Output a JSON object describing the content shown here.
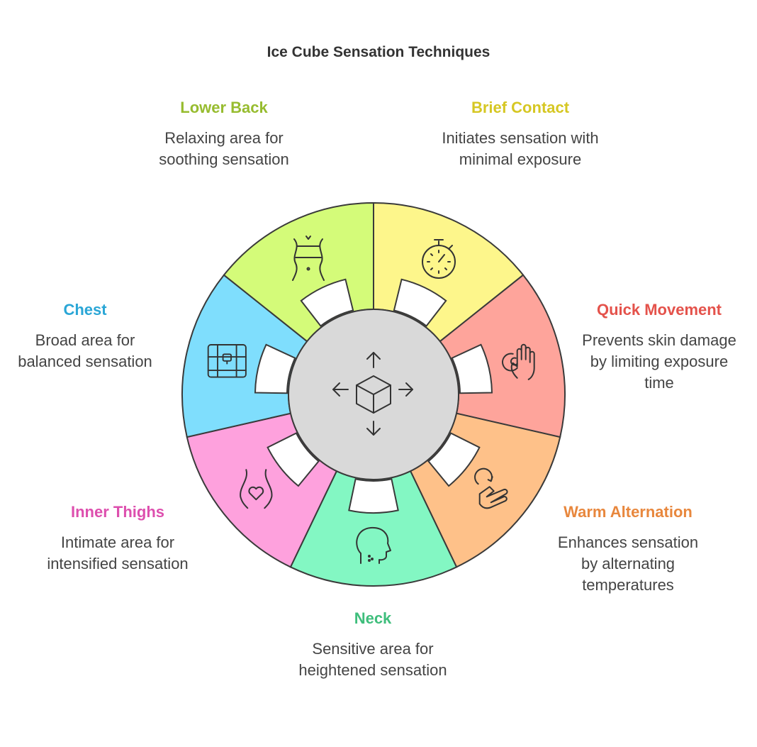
{
  "title": "Ice Cube Sensation Techniques",
  "center_icon": "ice-cube-move-icon",
  "segments": [
    {
      "heading": "Brief Contact",
      "description": "Initiates sensation with minimal exposure",
      "fill": "#fdf68b",
      "heading_color": "#d6c723",
      "icon": "stopwatch-icon"
    },
    {
      "heading": "Quick Movement",
      "description": "Prevents skin damage by limiting exposure time",
      "fill": "#fea49b",
      "heading_color": "#e4524b",
      "icon": "hand-gesture-icon"
    },
    {
      "heading": "Warm Alternation",
      "description": "Enhances sensation by alternating temperatures",
      "fill": "#fec189",
      "heading_color": "#e8873d",
      "icon": "hand-rotate-icon"
    },
    {
      "heading": "Neck",
      "description": "Sensitive area for heightened sensation",
      "fill": "#83f7c3",
      "heading_color": "#3fbe7c",
      "icon": "head-profile-icon"
    },
    {
      "heading": "Inner Thighs",
      "description": "Intimate area for intensified sensation",
      "fill": "#fea1dd",
      "heading_color": "#dd4fae",
      "icon": "thighs-heart-icon"
    },
    {
      "heading": "Chest",
      "description": "Broad area for balanced sensation",
      "fill": "#7fdefd",
      "heading_color": "#2aa6d6",
      "icon": "chest-icon"
    },
    {
      "heading": "Lower Back",
      "description": "Relaxing area for soothing sensation",
      "fill": "#d4fb79",
      "heading_color": "#97bc2f",
      "icon": "waist-icon"
    }
  ]
}
